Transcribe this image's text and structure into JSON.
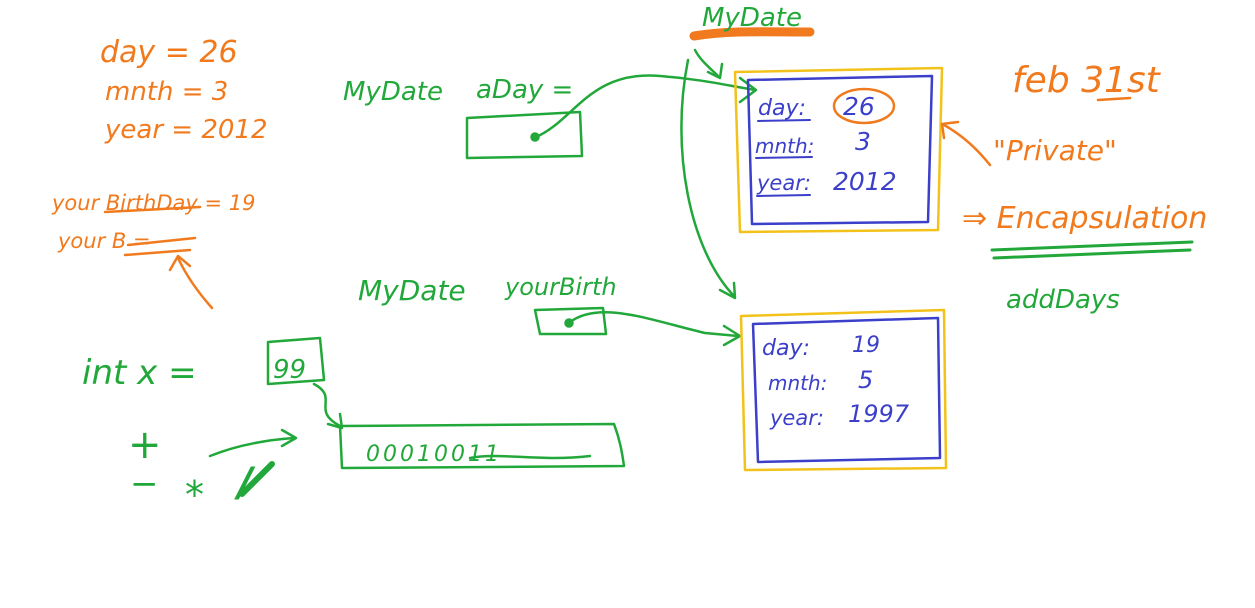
{
  "colors": {
    "green": "#22a83a",
    "orange": "#f07a1d",
    "blue": "#3b3fc9",
    "yellow": "#f2c21b"
  },
  "top_left": {
    "day": "day = 26",
    "month": "mnth = 3",
    "year": "year = 2012",
    "your_birthday": "your BirthDay = 19",
    "your_b": "your B ="
  },
  "declarations": {
    "a_day_type": "MyDate",
    "a_day_name": "aDay =",
    "your_birth_type": "MyDate",
    "your_birth_name": "yourBirth",
    "int_x": "int x =",
    "int_value": "99",
    "binary": "00010011",
    "ops": {
      "plus": "+",
      "minus": "−",
      "times": "*",
      "slash": "/"
    }
  },
  "class_label": "MyDate",
  "object_1": {
    "day_label": "day:",
    "day_value": "26",
    "month_label": "mnth:",
    "month_value": "3",
    "year_label": "year:",
    "year_value": "2012"
  },
  "object_2": {
    "day_label": "day:",
    "day_value": "19",
    "month_label": "mnth:",
    "month_value": "5",
    "year_label": "year:",
    "year_value": "1997"
  },
  "notes": {
    "feb": "feb 31st",
    "private": "\"Private\"",
    "encapsulation": "⇒ Encapsulation",
    "add_days": "addDays"
  }
}
